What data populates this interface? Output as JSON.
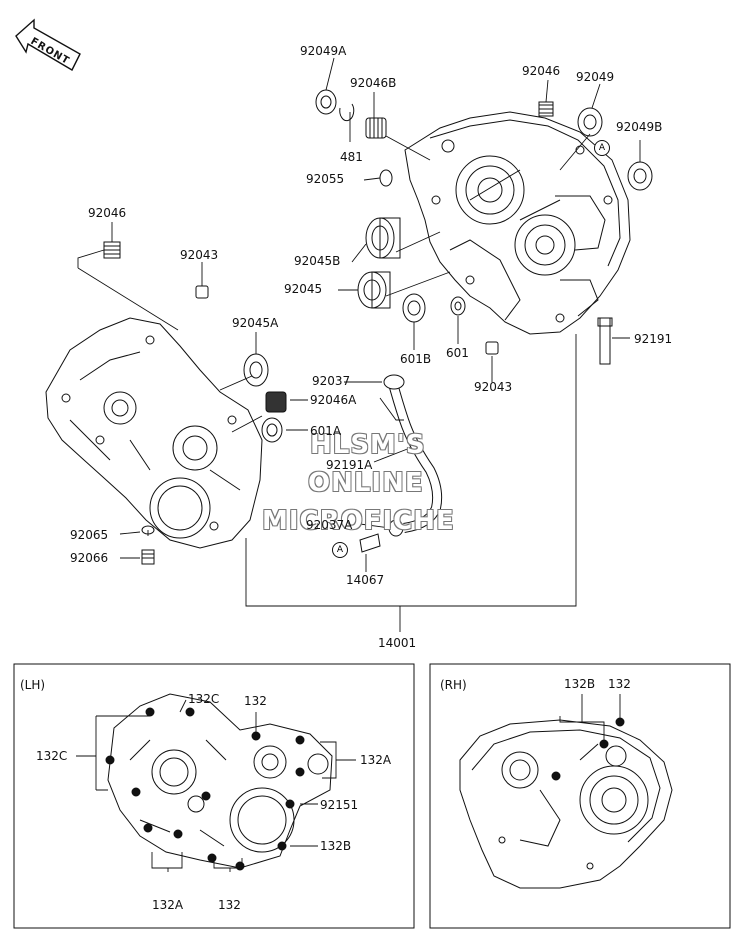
{
  "front_label": "FRONT",
  "watermark": [
    "HLSM'S",
    "ONLINE",
    "MICROFICHE"
  ],
  "ref_marker": "A",
  "parts": {
    "p92049A": "92049A",
    "p92046B": "92046B",
    "p481": "481",
    "p92055": "92055",
    "p92046_top": "92046",
    "p92049": "92049",
    "p92049B": "92049B",
    "p92046_left": "92046",
    "p92043_left": "92043",
    "p92045B": "92045B",
    "p92045": "92045",
    "p601B": "601B",
    "p601": "601",
    "p92043_right": "92043",
    "p92191": "92191",
    "p92045A": "92045A",
    "p92037": "92037",
    "p92046A": "92046A",
    "p601A": "601A",
    "p92191A": "92191A",
    "p92065": "92065",
    "p92066": "92066",
    "p92037A": "92037A",
    "p14067": "14067",
    "p14001": "14001"
  },
  "lh_box": {
    "title": "(LH)",
    "labels": {
      "l132C_top": "132C",
      "l132_top": "132",
      "l132C_left": "132C",
      "l132A_right": "132A",
      "l92151": "92151",
      "l132B": "132B",
      "l132A_bottom": "132A",
      "l132_bottom": "132"
    }
  },
  "rh_box": {
    "title": "(RH)",
    "labels": {
      "r132B": "132B",
      "r132": "132"
    }
  }
}
